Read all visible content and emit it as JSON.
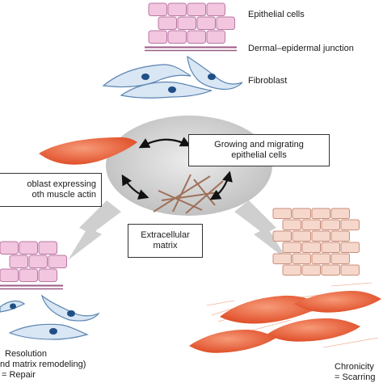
{
  "labels": {
    "epithelial_cells": "Epithelial cells",
    "dermal_junction": "Dermal–epidermal junction",
    "fibroblast": "Fibroblast",
    "growing_line1": "Growing and migrating",
    "growing_line2": "epithelial cells",
    "myo_line1": "oblast expressing",
    "myo_line2": "oth muscle actin",
    "ecm_line1": "Extracellular",
    "ecm_line2": "matrix",
    "resolution_line1": "Resolution",
    "resolution_line2": "nd matrix remodeling)",
    "resolution_line3": "= Repair",
    "chronicity_line1": "Chronicity",
    "chronicity_line2": "= Scarring"
  },
  "colors": {
    "epithelial_fill": "#f2c6df",
    "epithelial_stroke": "#b978a3",
    "junction_line": "#9b5a86",
    "fibroblast_fill": "#d9e6f3",
    "fibroblast_stroke": "#5b85b3",
    "nucleus": "#1f4f86",
    "myofibroblast": "#ea6a43",
    "chronic_cells_fill": "#f6d7cc",
    "chronic_cells_stroke": "#c98f7a",
    "ecm_fiber": "#a0705a",
    "central_oval": "#d6d6d6",
    "outcome_arrow": "#cfcfcf"
  }
}
